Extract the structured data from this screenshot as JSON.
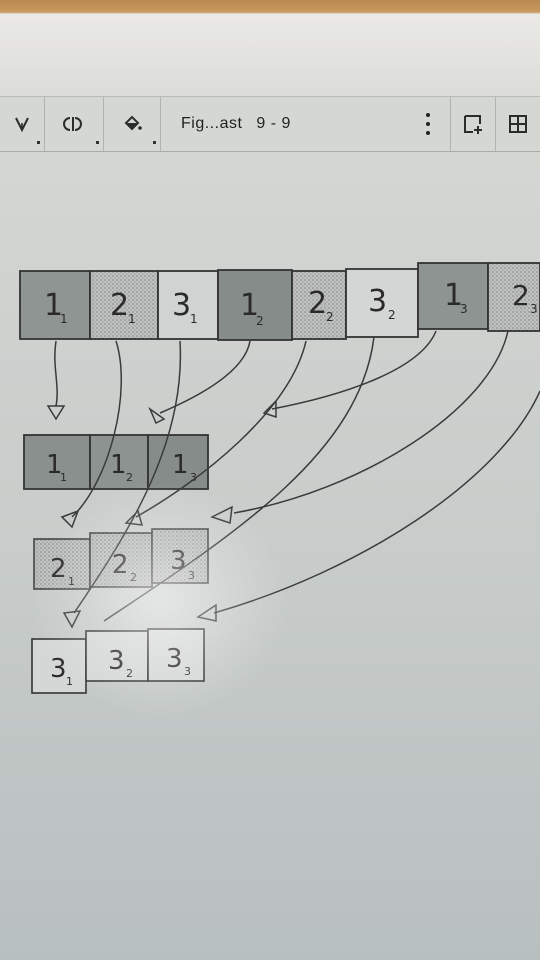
{
  "toolbar": {
    "title": "Fig...ast",
    "page_indicator": "9 - 9",
    "buttons": [
      {
        "name": "pen-tool-button",
        "icon": "pen-nib-icon"
      },
      {
        "name": "eraser-tool-button",
        "icon": "eraser-icon"
      },
      {
        "name": "fill-tool-button",
        "icon": "paint-bucket-icon"
      }
    ],
    "right_icons": [
      "more-vertical-icon",
      "add-page-icon",
      "grid-view-icon"
    ]
  },
  "sketch": {
    "top_row": [
      {
        "num": "1",
        "sub": "1"
      },
      {
        "num": "2",
        "sub": "1"
      },
      {
        "num": "3",
        "sub": "1"
      },
      {
        "num": "1",
        "sub": "2"
      },
      {
        "num": "2",
        "sub": "2"
      },
      {
        "num": "3",
        "sub": "2"
      },
      {
        "num": "1",
        "sub": "3"
      },
      {
        "num": "2",
        "sub": "3"
      }
    ],
    "row1": [
      {
        "num": "1",
        "sub": "1"
      },
      {
        "num": "1",
        "sub": "2"
      },
      {
        "num": "1",
        "sub": "3"
      }
    ],
    "row2": [
      {
        "num": "2",
        "sub": "1"
      },
      {
        "num": "2",
        "sub": "2"
      },
      {
        "num": "3",
        "sub": "3"
      }
    ],
    "row3": [
      {
        "num": "3",
        "sub": "1"
      },
      {
        "num": "3",
        "sub": "2"
      },
      {
        "num": "3",
        "sub": "3"
      }
    ]
  }
}
